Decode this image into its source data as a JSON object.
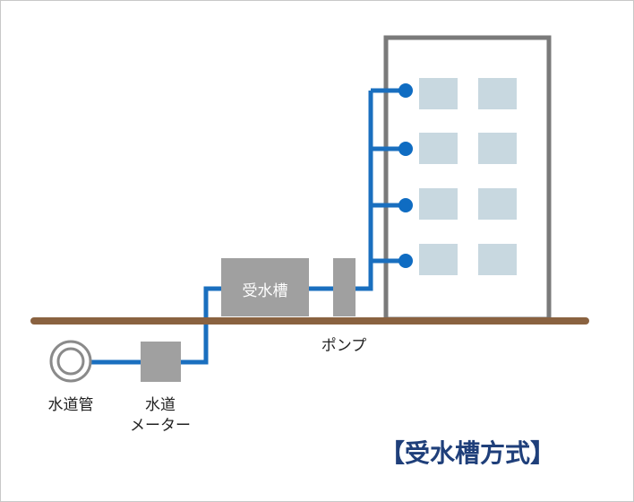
{
  "colors": {
    "pipe": "#1a6fbf",
    "valve": "#0f6cc2",
    "ground": "#8a6240",
    "building_outline": "#7a7a7a",
    "window": "#c8d8e0",
    "equipment": "#a0a0a0",
    "title": "#1f3f7a",
    "text": "#222222"
  },
  "labels": {
    "tank": "受水槽",
    "pump": "ポンプ",
    "water_main": "水道管",
    "meter_line1": "水道",
    "meter_line2": "メーター",
    "title": "【受水槽方式】"
  }
}
